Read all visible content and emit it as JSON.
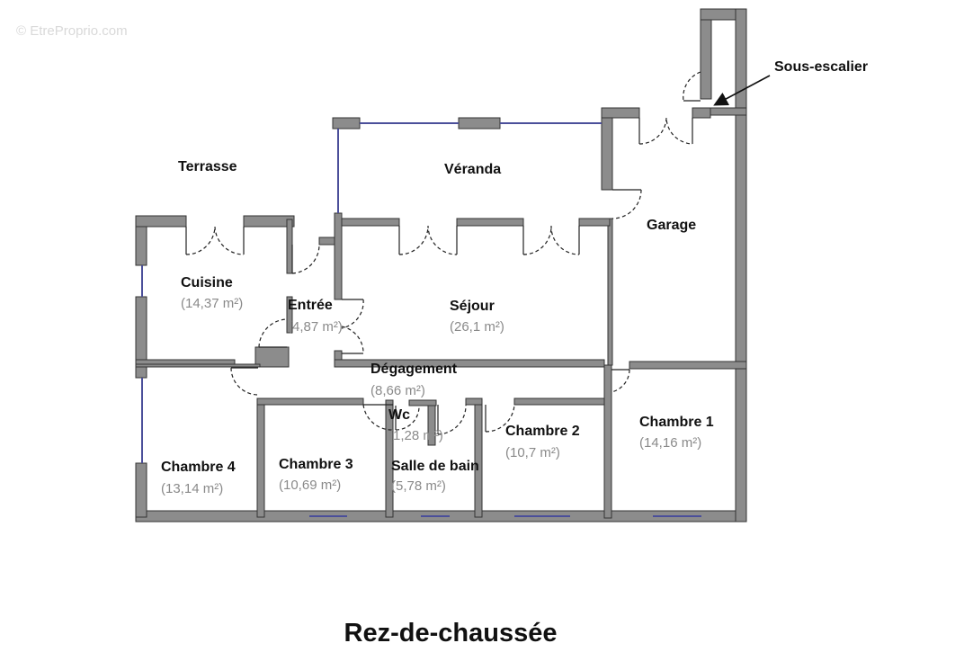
{
  "watermark": "© EtreProprio.com",
  "floor_title": "Rez-de-chaussée",
  "colors": {
    "wall": "#8c8c8c",
    "wall_edge": "#333333",
    "window": "#4b4f9a",
    "door": "#222222",
    "name": "#111111",
    "area": "#8a8a8a"
  },
  "rooms": {
    "terrasse": {
      "name": "Terrasse"
    },
    "veranda": {
      "name": "Véranda"
    },
    "garage": {
      "name": "Garage"
    },
    "sous_escalier": {
      "name": "Sous-escalier"
    },
    "cuisine": {
      "name": "Cuisine",
      "area": "(14,37 m²)"
    },
    "entree": {
      "name": "Entrée",
      "area": "(4,87 m²)"
    },
    "sejour": {
      "name": "Séjour",
      "area": "(26,1 m²)"
    },
    "degagement": {
      "name": "Dégagement",
      "area": "(8,66 m²)"
    },
    "wc": {
      "name": "Wc",
      "area": "(1,28 m²)"
    },
    "chambre1": {
      "name": "Chambre 1",
      "area": "(14,16 m²)"
    },
    "chambre2": {
      "name": "Chambre 2",
      "area": "(10,7 m²)"
    },
    "chambre3": {
      "name": "Chambre 3",
      "area": "(10,69 m²)"
    },
    "chambre4": {
      "name": "Chambre 4",
      "area": "(13,14 m²)"
    },
    "salle_de_bain": {
      "name": "Salle de bain",
      "area": "(5,78 m²)"
    }
  }
}
